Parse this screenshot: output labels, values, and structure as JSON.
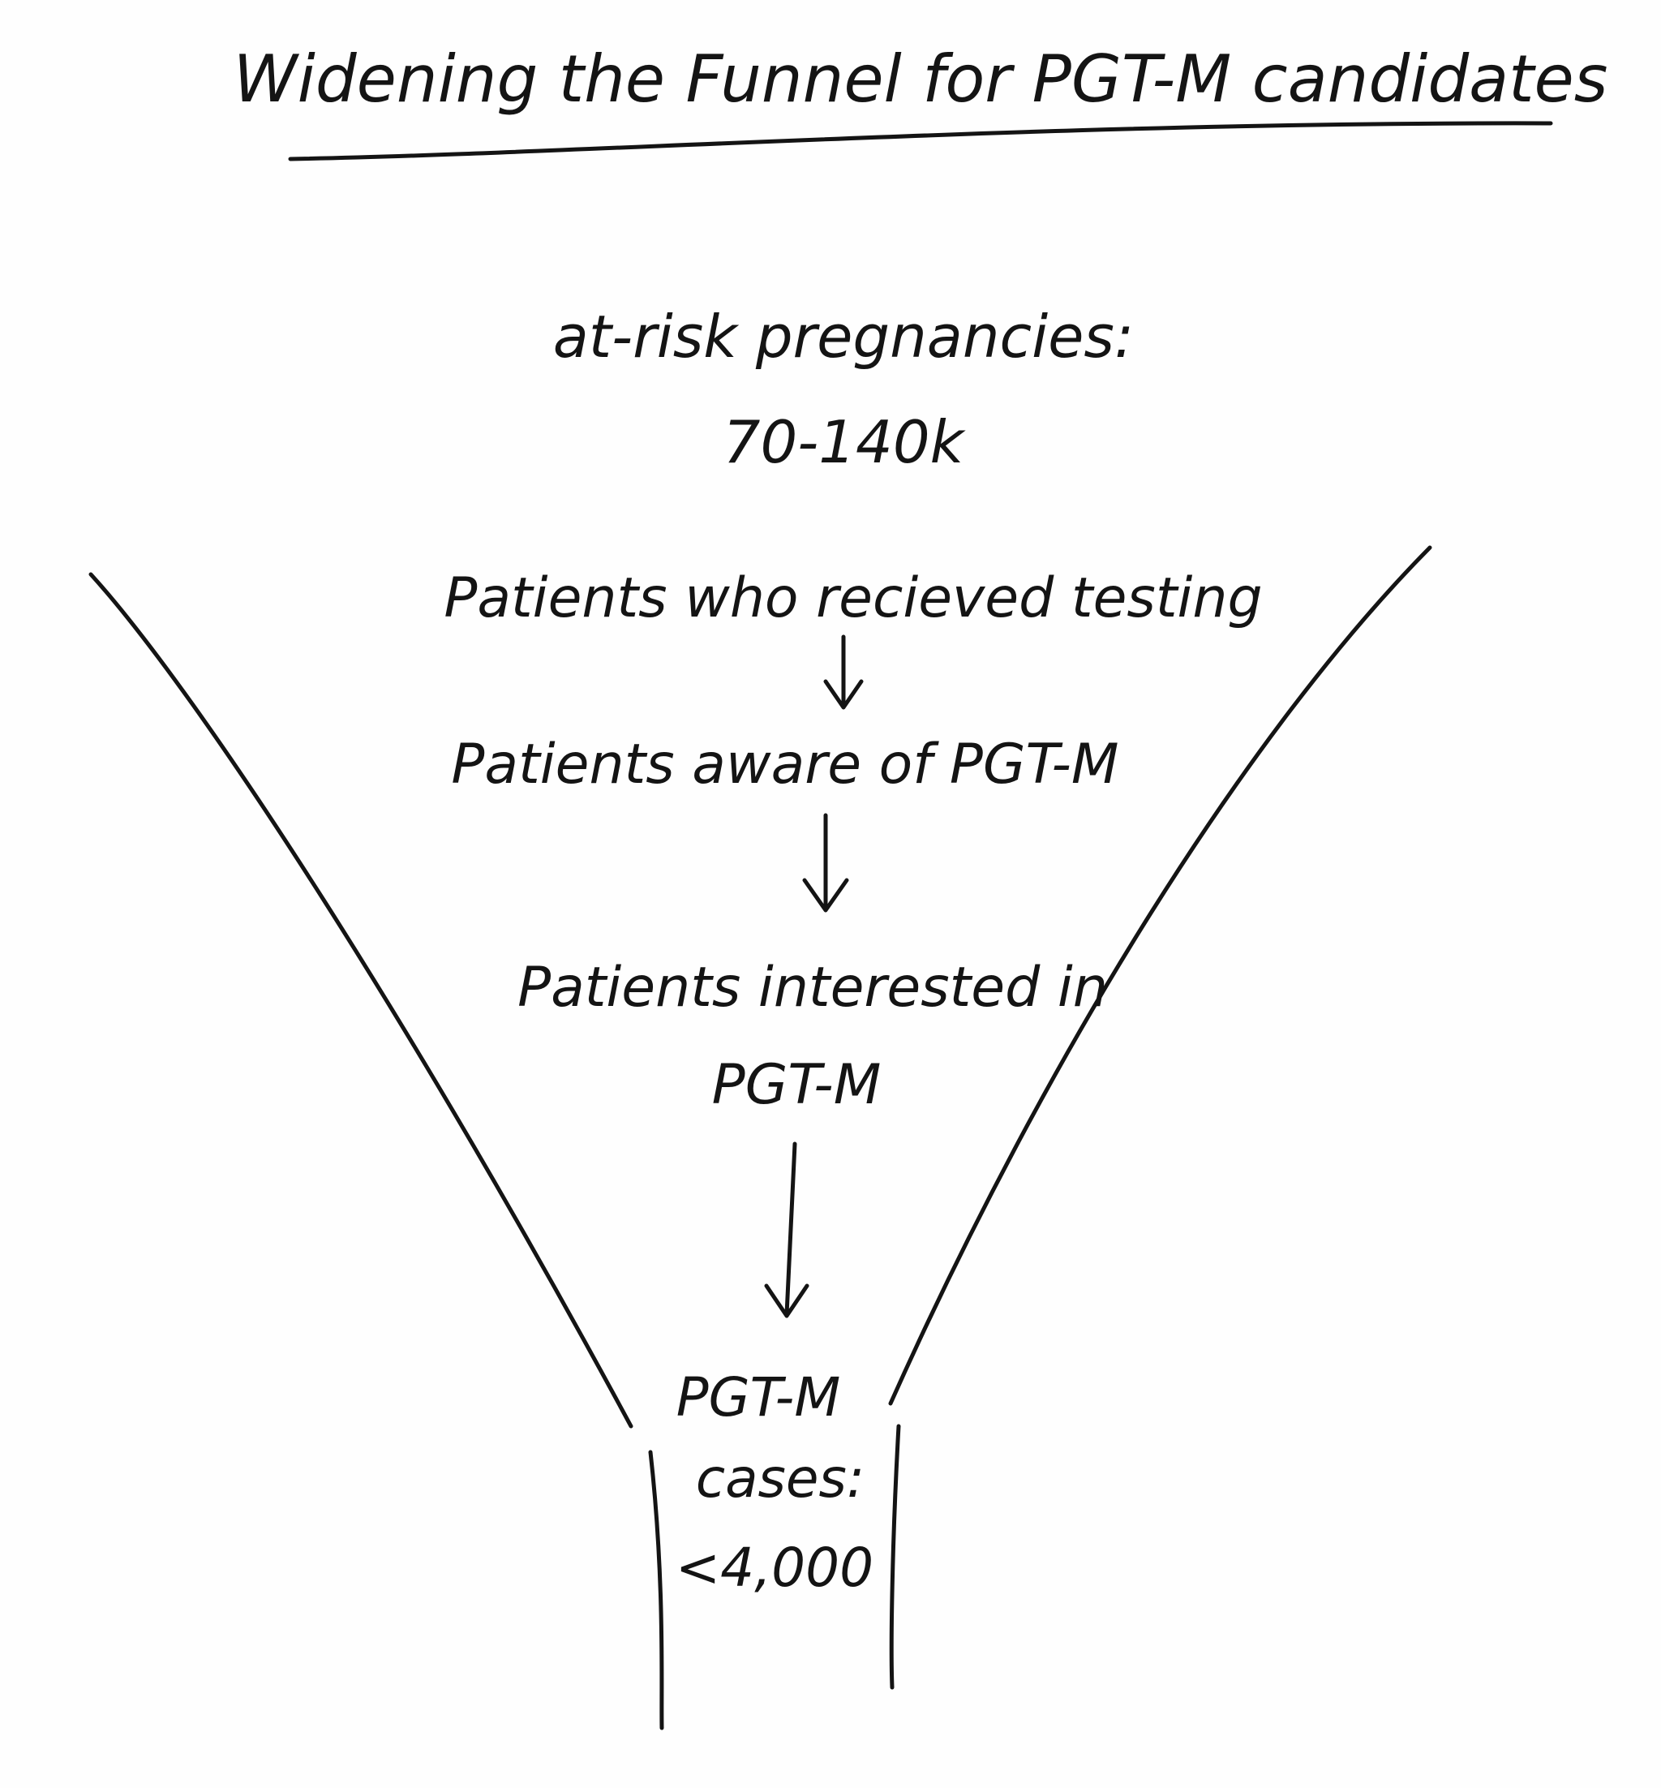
{
  "title": "Widening the Funnel for PGT-M candidates",
  "stages": {
    "top": {
      "label": "at-risk pregnancies:",
      "value": "70-140k"
    },
    "step1": "Patients who recieved testing",
    "step2": "Patients aware of PGT-M",
    "step3_line1": "Patients interested in",
    "step3_line2": "PGT-M",
    "bottom": {
      "line1": "PGT-M",
      "line2": "cases:",
      "value": "<4,000"
    }
  },
  "colors": {
    "ink": "#141414",
    "paper": "#fefefe"
  }
}
